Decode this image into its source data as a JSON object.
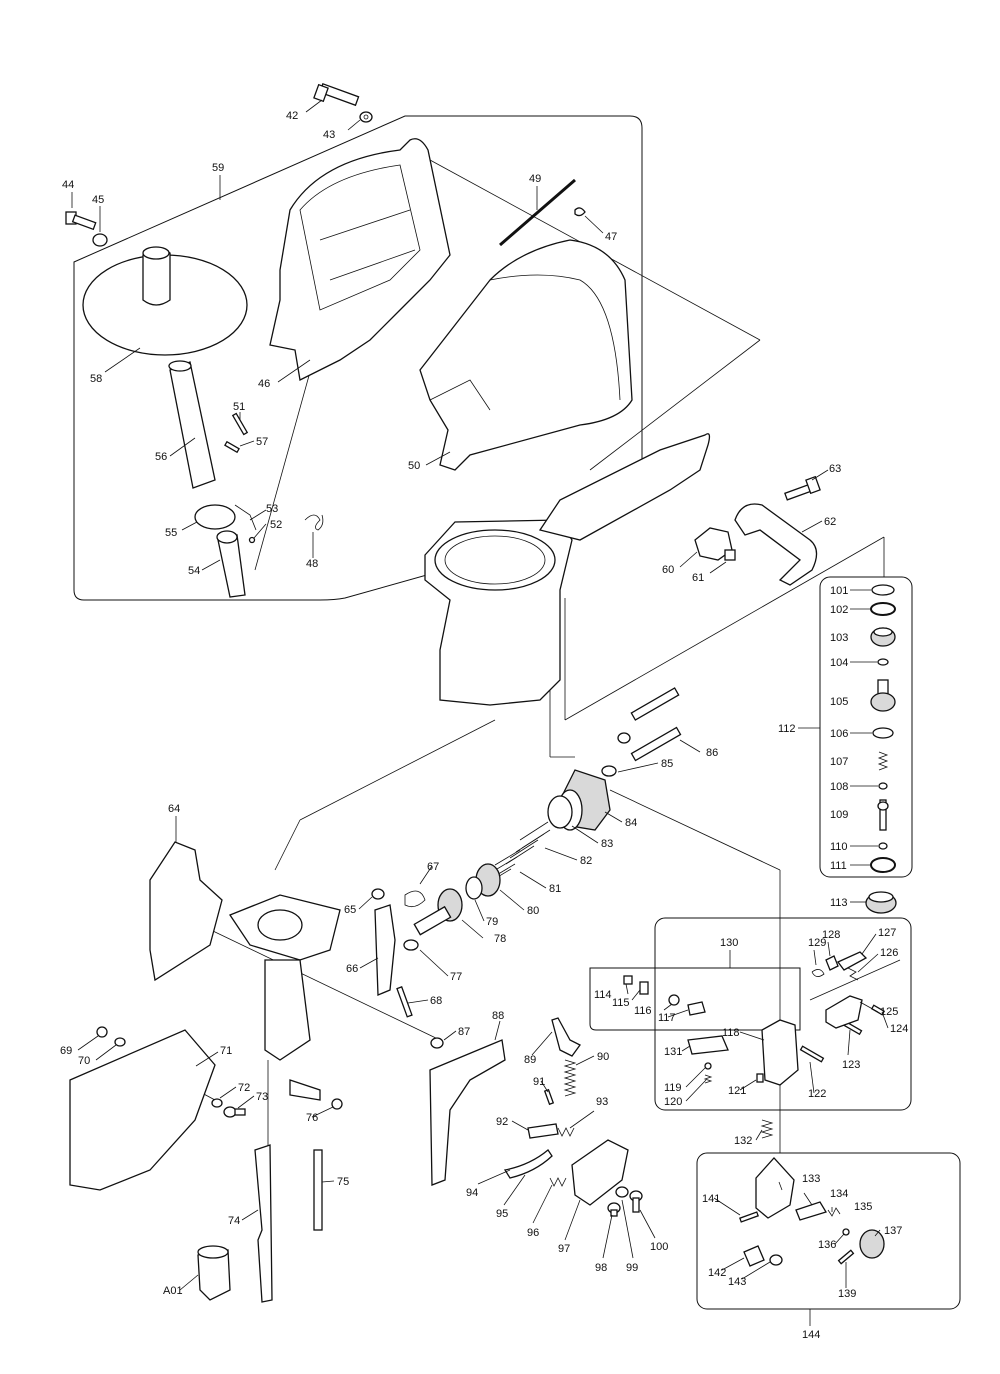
{
  "labels": {
    "p42": "42",
    "p43": "43",
    "p44": "44",
    "p45": "45",
    "p59": "59",
    "p49": "49",
    "p47": "47",
    "p46": "46",
    "p58": "58",
    "p51": "51",
    "p57": "57",
    "p56": "56",
    "p50": "50",
    "p53": "53",
    "p52": "52",
    "p55": "55",
    "p54": "54",
    "p48": "48",
    "p63": "63",
    "p62": "62",
    "p60": "60",
    "p61": "61",
    "p101": "101",
    "p102": "102",
    "p103": "103",
    "p104": "104",
    "p105": "105",
    "p112": "112",
    "p106": "106",
    "p107": "107",
    "p108": "108",
    "p109": "109",
    "p110": "110",
    "p111": "111",
    "p113": "113",
    "p86": "86",
    "p85": "85",
    "p84": "84",
    "p83": "83",
    "p82": "82",
    "p81": "81",
    "p80": "80",
    "p79": "79",
    "p78": "78",
    "p77": "77",
    "p64": "64",
    "p65": "65",
    "p67": "67",
    "p66": "66",
    "p68": "68",
    "p87": "87",
    "p88": "88",
    "p89": "89",
    "p90": "90",
    "p91": "91",
    "p93": "93",
    "p92": "92",
    "p94": "94",
    "p95": "95",
    "p96": "96",
    "p97": "97",
    "p98": "98",
    "p99": "99",
    "p100": "100",
    "p69": "69",
    "p70": "70",
    "p71": "71",
    "p72": "72",
    "p73": "73",
    "p76": "76",
    "p75": "75",
    "p74": "74",
    "pA01": "A01",
    "p130": "130",
    "p129": "129",
    "p128": "128",
    "p127": "127",
    "p126": "126",
    "p125": "125",
    "p124": "124",
    "p123": "123",
    "p114": "114",
    "p115": "115",
    "p116": "116",
    "p117": "117",
    "p118": "118",
    "p131": "131",
    "p119": "119",
    "p120": "120",
    "p121": "121",
    "p122": "122",
    "p132": "132",
    "p133": "133",
    "p134": "134",
    "p135": "135",
    "p141": "141",
    "p136": "136",
    "p137": "137",
    "p142": "142",
    "p143": "143",
    "p139": "139",
    "p144": "144"
  }
}
